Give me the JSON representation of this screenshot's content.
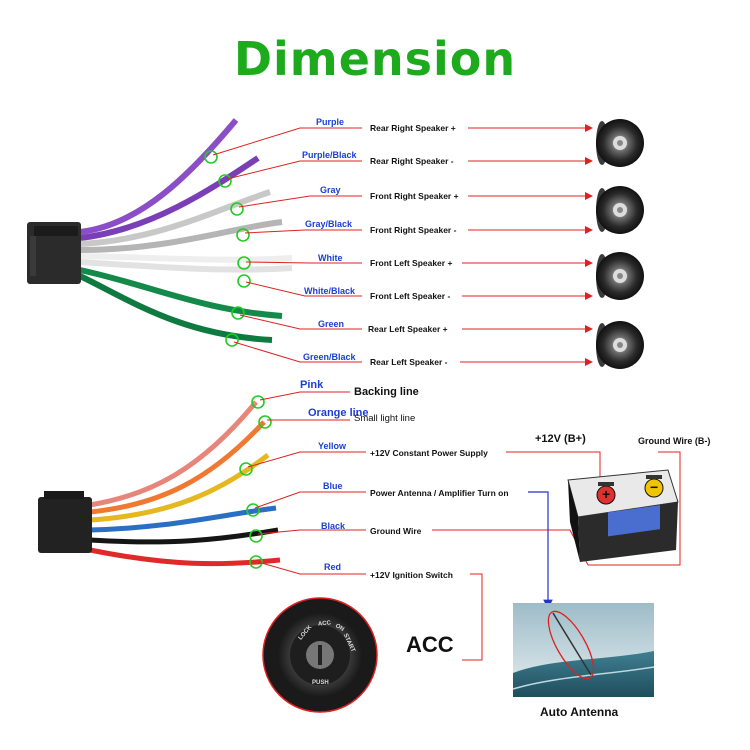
{
  "title": "Dimension",
  "speaker_wires": [
    {
      "color_label": "Purple",
      "function": "Rear Right Speaker +"
    },
    {
      "color_label": "Purple/Black",
      "function": "Rear Right Speaker -"
    },
    {
      "color_label": "Gray",
      "function": "Front Right Speaker +"
    },
    {
      "color_label": "Gray/Black",
      "function": "Front Right Speaker -"
    },
    {
      "color_label": "White",
      "function": "Front Left Speaker +"
    },
    {
      "color_label": "White/Black",
      "function": "Front Left Speaker -"
    },
    {
      "color_label": "Green",
      "function": "Rear Left Speaker +"
    },
    {
      "color_label": "Green/Black",
      "function": "Rear Left Speaker -"
    }
  ],
  "power_wires": [
    {
      "color_label": "Pink",
      "function": "Backing line"
    },
    {
      "color_label": "Orange line",
      "function": "Small light line"
    },
    {
      "color_label": "Yellow",
      "function": "+12V Constant Power Supply"
    },
    {
      "color_label": "Blue",
      "function": "Power Antenna / Amplifier Turn on"
    },
    {
      "color_label": "Black",
      "function": "Ground Wire"
    },
    {
      "color_label": "Red",
      "function": "+12V  Ignition Switch"
    }
  ],
  "battery": {
    "positive_label": "+12V  (B+)",
    "ground_label": "Ground Wire (B-)",
    "plus_symbol": "+",
    "minus_symbol": "−"
  },
  "acc_label": "ACC",
  "ignition_ring": {
    "lock": "LOCK",
    "acc": "ACC",
    "on": "ON",
    "start": "START",
    "push": "PUSH"
  },
  "antenna_label": "Auto Antenna",
  "colors": {
    "title": "#1dab1d",
    "wire_label": "#1a3fd0",
    "leader": "#e02020",
    "antenna_arrow": "#2233cc",
    "highlight": "#22cc22"
  }
}
